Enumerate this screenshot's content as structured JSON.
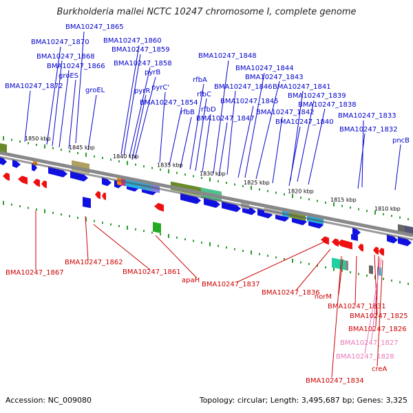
{
  "title": "Burkholderia mallei NCTC 10247 chromosome I, complete genome",
  "footer": {
    "accession": "Accession: NC_009080",
    "summary": "Topology: circular; Length: 3,495,687 bp; Genes: 3,325"
  },
  "colors": {
    "forward_label": "#0000cc",
    "reverse_label": "#cc0000",
    "pseudo_label": "#e878b8",
    "forward_gene": "#1010e0",
    "reverse_gene": "#ee1010",
    "backbone": "#888888"
  },
  "kbp_ticks": [
    "1850 kbp",
    "1845 kbp",
    "1840 kbp",
    "1835 kbp",
    "1830 kbp",
    "1825 kbp",
    "1820 kbp",
    "1815 kbp",
    "1810 kbp"
  ],
  "forward_labels": [
    "BMA10247_1865",
    "BMA10247_1870",
    "BMA10247_1868",
    "BMA10247_1866",
    "groES",
    "BMA10247_1872",
    "groEL",
    "BMA10247_1860",
    "BMA10247_1859",
    "BMA10247_1858",
    "pyrB",
    "pyrR",
    "pyrC'",
    "BMA10247_1854",
    "rfbB",
    "rfbA",
    "rfbC",
    "rfbD",
    "BMA10247_1848",
    "BMA10247_1846",
    "BMA10247_1847",
    "BMA10247_1844",
    "BMA10247_1843",
    "BMA10247_1845",
    "BMA10247_1841",
    "BMA10247_1839",
    "BMA10247_1842",
    "BMA10247_1838",
    "BMA10247_1840",
    "BMA10247_1833",
    "BMA10247_1832",
    "pncB"
  ],
  "reverse_labels": [
    "BMA10247_1867",
    "BMA10247_1862",
    "BMA10247_1861",
    "apaH",
    "BMA10247_1837",
    "BMA10247_1836",
    "norM",
    "BMA10247_1831",
    "BMA10247_1825",
    "BMA10247_1826",
    "BMA10247_1827",
    "BMA10247_1828",
    "creA",
    "BMA10247_1834"
  ]
}
